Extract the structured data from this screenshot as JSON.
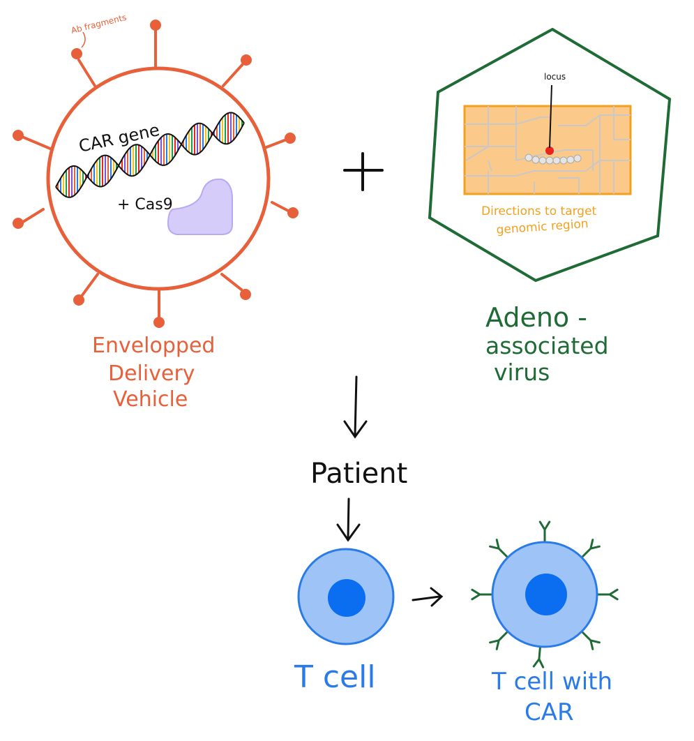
{
  "colors": {
    "vehicle": "#e8603a",
    "aav": "#1f6b35",
    "map_fill": "#fbc98a",
    "map_border": "#f2a01f",
    "road": "#c8c8c8",
    "locus_dot": "#e8241c",
    "protein": "#d6ccfa",
    "protein_border": "#b9a9f3",
    "tcell_outer": "#9dc3f7",
    "tcell_nucleus": "#0b6df0",
    "tcell_border": "#2a7be8",
    "car_receptor": "#1f6b35",
    "ink": "#111111"
  },
  "vehicle": {
    "ab_label": "Ab fragments",
    "gene_label": "CAR gene",
    "cas_label": "+ Cas9",
    "caption": [
      "Envelopped",
      "Delivery",
      "Vehicle"
    ]
  },
  "plus": "+",
  "aav": {
    "locus_label": "locus",
    "map_caption": [
      "Directions to target",
      "genomic region"
    ],
    "caption": [
      "Adeno -",
      "associated",
      "virus"
    ]
  },
  "flow": {
    "patient_label": "Patient",
    "tcell_label": "T cell",
    "car_tcell_label": [
      "T cell with",
      "CAR"
    ]
  }
}
